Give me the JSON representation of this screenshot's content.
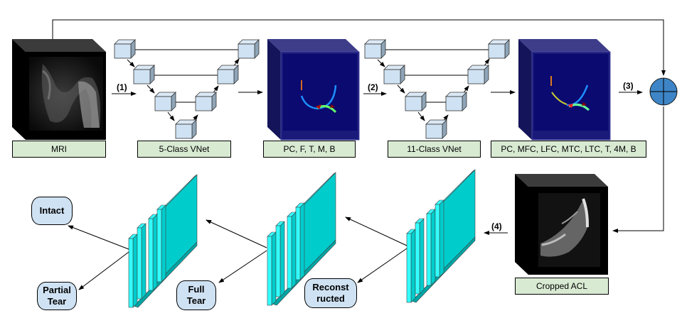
{
  "diagram": {
    "labels": {
      "mri": "MRI",
      "vnet5": "5-Class VNet",
      "seg5": "PC, F, T, M, B",
      "vnet11": "11-Class VNet",
      "seg11": "PC, MFC, LFC, MTC, LTC, T, 4M, B",
      "cropped": "Cropped ACL"
    },
    "steps": [
      "(1)",
      "(2)",
      "(3)",
      "(4)"
    ],
    "classes": {
      "intact": "Intact",
      "partial": "Partial Tear",
      "full": "Full Tear",
      "reconstructed": "Reconstructed"
    },
    "class_lines": {
      "partial": [
        "Partial",
        "Tear"
      ],
      "full": [
        "Full",
        "Tear"
      ],
      "reconstructed": [
        "Reconst",
        "ructed"
      ]
    },
    "colors": {
      "label_fill": "#d9ead3",
      "cube_fill": "#cfe2f3",
      "seg_volume": "#1a1a7a",
      "classifier_fill": "#00cccc",
      "classifier_light": "#33ffff",
      "sum_node": "#3d85c6"
    },
    "icons": {
      "sum_node": "circle-plus-icon",
      "mri_volume": "mri-volume-icon",
      "seg_volume": "segmentation-volume-icon",
      "classifier": "cnn-classifier-icon"
    }
  }
}
